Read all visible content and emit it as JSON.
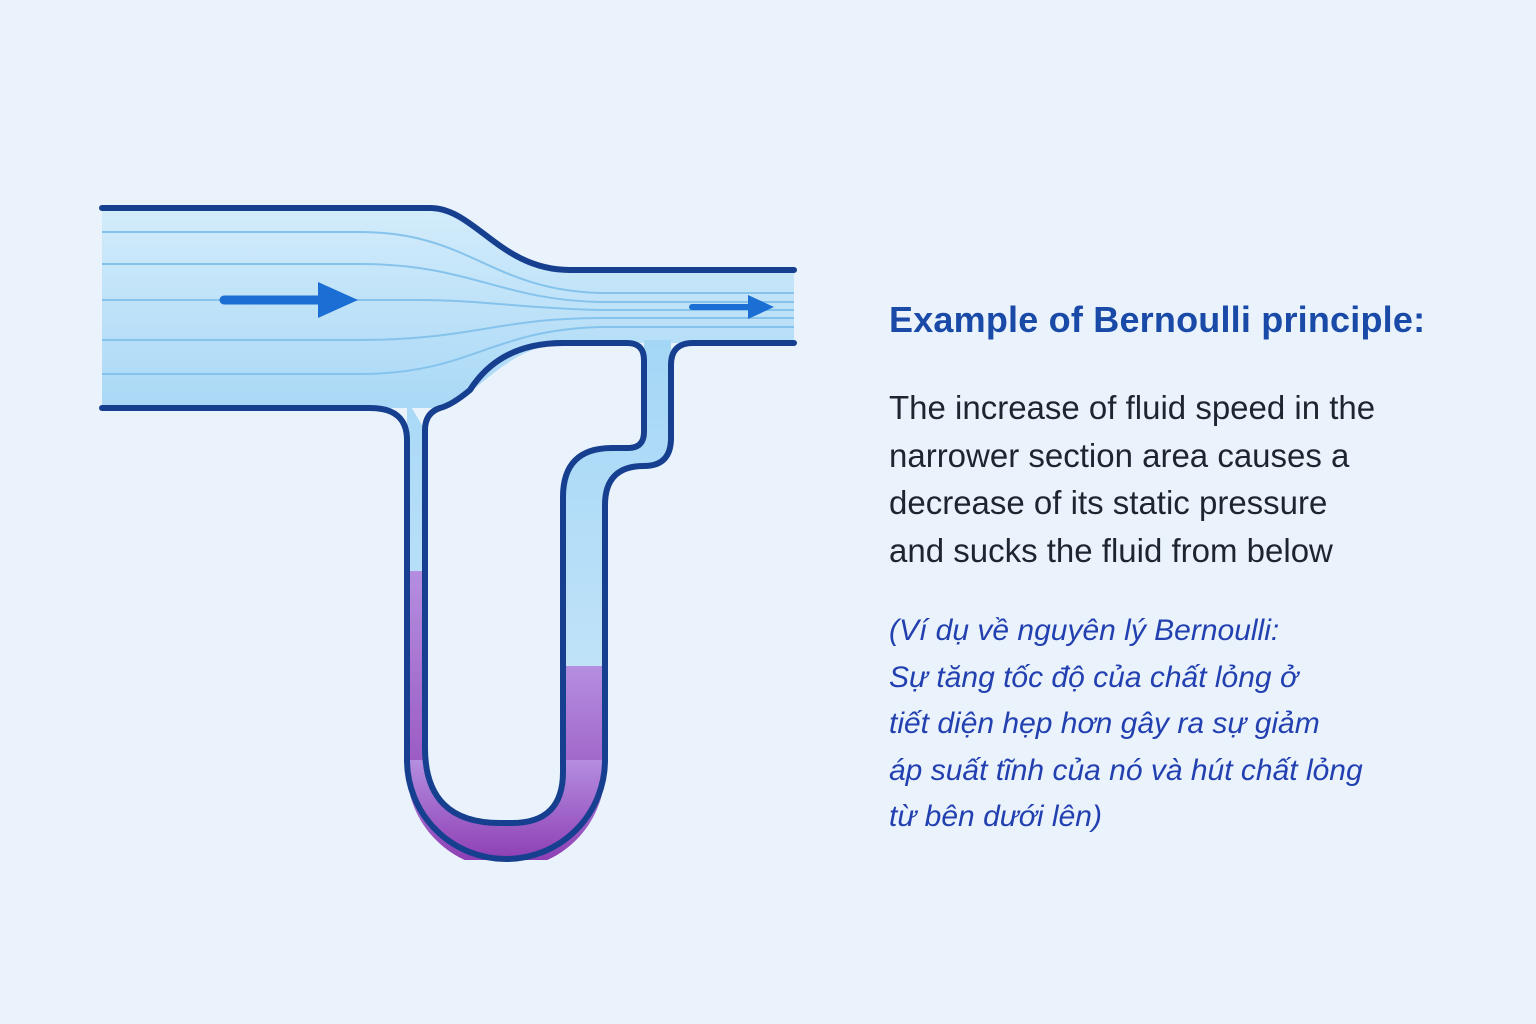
{
  "heading": "Example of Bernoulli principle:",
  "description_en": [
    "The increase of fluid speed in the",
    "narrower section area causes a",
    "decrease of its static pressure",
    "and sucks the fluid from below"
  ],
  "description_vi": [
    "(Ví dụ về nguyên lý Bernoulli:",
    "Sự tăng tốc độ của chất lỏng ở",
    "tiết diện hẹp hơn gây ra sự giảm",
    "áp suất tĩnh của nó và hút chất lỏng",
    "từ bên dưới lên)"
  ],
  "colors": {
    "background": "#eaf3fc",
    "pipe_outline": "#16408f",
    "fluid_light": "#b6def7",
    "manometer_liquid": "#9b4bbd",
    "flow_arrow": "#1b6fd4",
    "heading": "#1a4aa8",
    "body_text": "#1e2430",
    "vietnamese_text": "#2240b0"
  },
  "icons": [
    "flow-arrow-icon-wide",
    "flow-arrow-icon-narrow"
  ]
}
